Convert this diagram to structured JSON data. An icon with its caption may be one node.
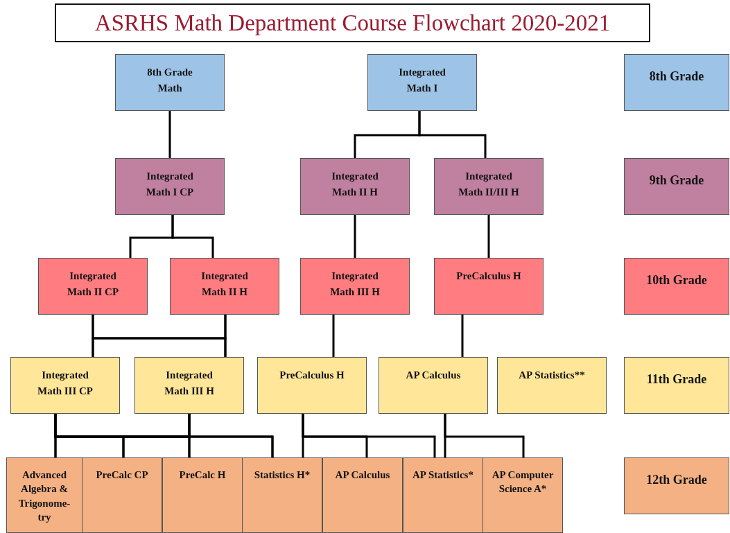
{
  "diagram": {
    "title": "ASRHS Math Department Course Flowchart 2020-2021",
    "nodes": [
      {
        "text": [
          "8th Grade Math"
        ]
      },
      {
        "text": [
          "Integrated Math I"
        ]
      },
      {
        "text": [
          "8th Grade"
        ]
      },
      {
        "text": [
          "Integrated Math I CP"
        ]
      },
      {
        "text": [
          "Integrated Math II H"
        ]
      },
      {
        "text": [
          "Integrated Math II/III H"
        ]
      },
      {
        "text": [
          "9th Grade"
        ]
      },
      {
        "text": [
          "Integrated Math II CP"
        ]
      },
      {
        "text": [
          "Integrated Math II H"
        ]
      },
      {
        "text": [
          "Integrated Math III H"
        ]
      },
      {
        "text": [
          "PreCalculus H"
        ]
      },
      {
        "text": [
          "10th Grade"
        ]
      },
      {
        "text": [
          "Integrated Math III CP"
        ]
      },
      {
        "text": [
          "Integrated Math III H"
        ]
      },
      {
        "text": [
          "PreCalculus H"
        ]
      },
      {
        "text": [
          "AP Calculus"
        ]
      },
      {
        "text": [
          "AP Statistics**"
        ]
      },
      {
        "text": [
          "11th Grade"
        ]
      },
      {
        "text": [
          "Advanced Algebra & Trigonome- try"
        ]
      },
      {
        "text": [
          "PreCalc CP"
        ]
      },
      {
        "text": [
          "PreCalc H"
        ]
      },
      {
        "text": [
          "Statistics H*"
        ]
      },
      {
        "text": [
          "AP Calculus"
        ]
      },
      {
        "text": [
          "AP Statistics*"
        ]
      },
      {
        "text": [
          "AP Computer Science A*"
        ]
      },
      {
        "text": [
          "12th Grade"
        ]
      }
    ],
    "edges": [
      {
        "from": 0,
        "to": 3,
        "arrow": "none"
      },
      {
        "from": 1,
        "to": 4,
        "arrow": "none"
      },
      {
        "from": 1,
        "to": 5,
        "arrow": "none"
      },
      {
        "from": 3,
        "to": 7,
        "arrow": "none"
      },
      {
        "from": 3,
        "to": 8,
        "arrow": "none"
      },
      {
        "from": 4,
        "to": 9,
        "arrow": "none"
      },
      {
        "from": 5,
        "to": 10,
        "arrow": "none"
      },
      {
        "from": 7,
        "to": 12,
        "arrow": "none"
      },
      {
        "from": 7,
        "to": 13,
        "arrow": "none"
      },
      {
        "from": 8,
        "to": 12,
        "arrow": "none"
      },
      {
        "from": 8,
        "to": 13,
        "arrow": "none"
      },
      {
        "from": 9,
        "to": 14,
        "arrow": "none"
      },
      {
        "from": 10,
        "to": 15,
        "arrow": "none"
      },
      {
        "from": 12,
        "to": 18,
        "arrow": "none"
      },
      {
        "from": 12,
        "to": 19,
        "arrow": "none"
      },
      {
        "from": 12,
        "to": 20,
        "arrow": "none"
      },
      {
        "from": 12,
        "to": 21,
        "arrow": "none"
      },
      {
        "from": 13,
        "to": 18,
        "arrow": "none"
      },
      {
        "from": 13,
        "to": 19,
        "arrow": "none"
      },
      {
        "from": 13,
        "to": 20,
        "arrow": "none"
      },
      {
        "from": 13,
        "to": 21,
        "arrow": "none"
      },
      {
        "from": 14,
        "to": 21,
        "arrow": "none"
      },
      {
        "from": 14,
        "to": 22,
        "arrow": "none"
      },
      {
        "from": 14,
        "to": 23,
        "arrow": "none"
      },
      {
        "from": 15,
        "to": 23,
        "arrow": "none"
      },
      {
        "from": 15,
        "to": 24,
        "arrow": "none"
      }
    ]
  }
}
